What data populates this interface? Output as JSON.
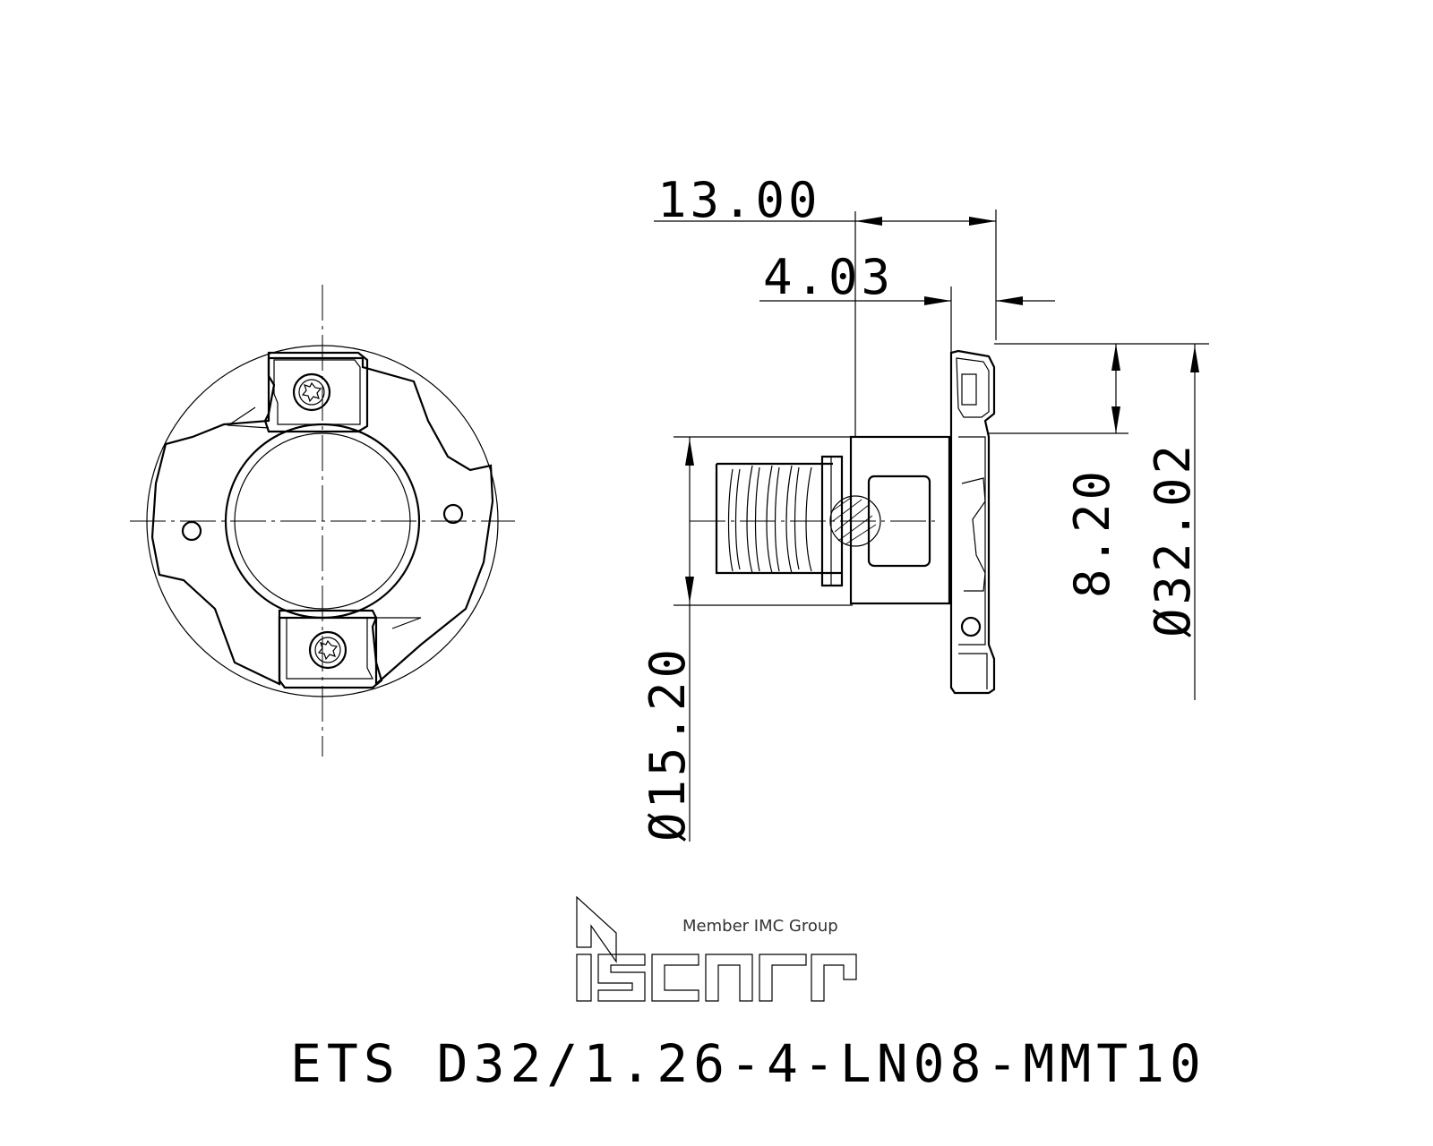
{
  "dimensions": {
    "length_total": "13.00",
    "length_offset": "4.03",
    "radial_depth": "8.20",
    "diameter_shank": "Ø15.20",
    "diameter_cut": "Ø32.02"
  },
  "logo": {
    "tagline": "Member IMC Group",
    "brand": "iscar"
  },
  "part_number": "ETS D32/1.26-4-LN08-MMT10",
  "colors": {
    "line": "#000000",
    "background": "#ffffff"
  }
}
